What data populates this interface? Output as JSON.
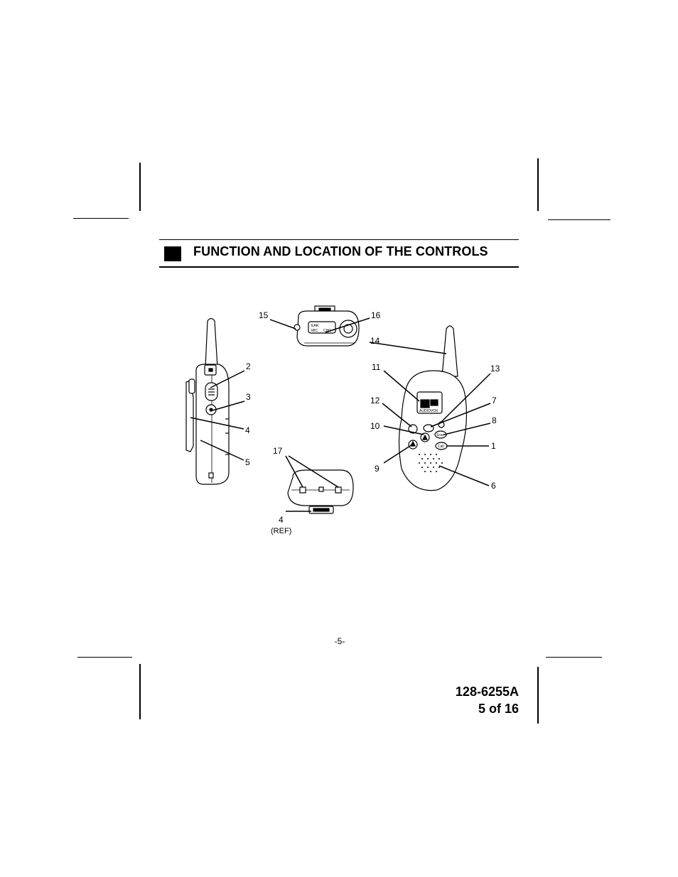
{
  "header": {
    "title": "FUNCTION AND LOCATION OF THE CONTROLS"
  },
  "figure": {
    "callouts": {
      "c1": "1",
      "c2": "2",
      "c3": "3",
      "c4": "4",
      "c5": "5",
      "c6": "6",
      "c7": "7",
      "c8": "8",
      "c9": "9",
      "c10": "10",
      "c11": "11",
      "c12": "12",
      "c13": "13",
      "c14": "14",
      "c15": "15",
      "c16": "16",
      "c17": "17",
      "c4_ref": "4",
      "ref_label": "(REF)"
    },
    "device_labels": {
      "ear": "EAR",
      "mic": "MIC",
      "chg": "CHG",
      "brand": "AUDIOVOX",
      "scan": "Scan",
      "call": "Call"
    }
  },
  "footer": {
    "page_number": "-5-",
    "doc_number": "128-6255A",
    "page_of": "5 of 16"
  }
}
